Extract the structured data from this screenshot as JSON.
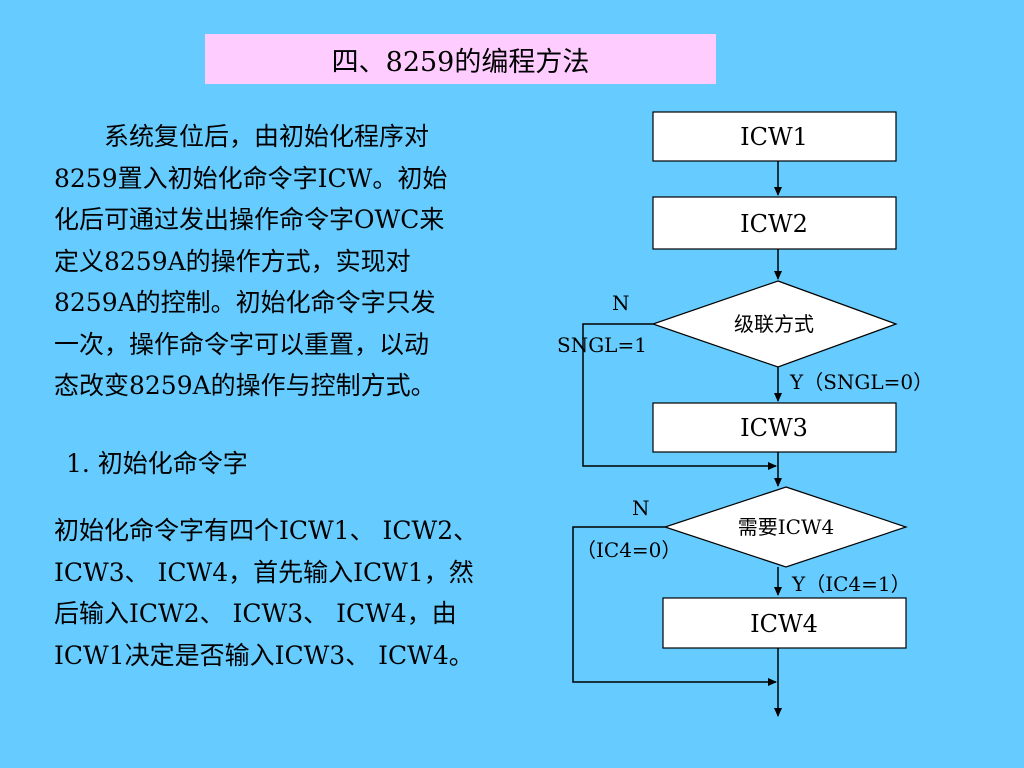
{
  "title": "四、8259的编程方法",
  "paragraph1": [
    "　　系统复位后，由初始化程序对",
    "8259置入初始化命令字ICW。初始",
    "化后可通过发出操作命令字OWC来",
    "定义8259A的操作方式，实现对",
    "8259A的控制。初始化命令字只发",
    "一次，操作命令字可以重置，以动",
    "态改变8259A的操作与控制方式。"
  ],
  "heading1": "1. 初始化命令字",
  "paragraph2": [
    "初始化命令字有四个ICW1、 ICW2、",
    "ICW3、 ICW4，首先输入ICW1，然",
    "后输入ICW2、 ICW3、 ICW4，由",
    "ICW1决定是否输入ICW3、 ICW4。"
  ],
  "flowchart": {
    "icw1": "ICW1",
    "icw2": "ICW2",
    "decision1": "级联方式",
    "no1": "N",
    "no1_cond": "SNGL=1",
    "yes1": "Y（SNGL=0）",
    "icw3": "ICW3",
    "decision2": "需要ICW4",
    "no2": "N",
    "no2_cond": "（IC4=0）",
    "yes2": "Y（IC4=1）",
    "icw4": "ICW4"
  }
}
